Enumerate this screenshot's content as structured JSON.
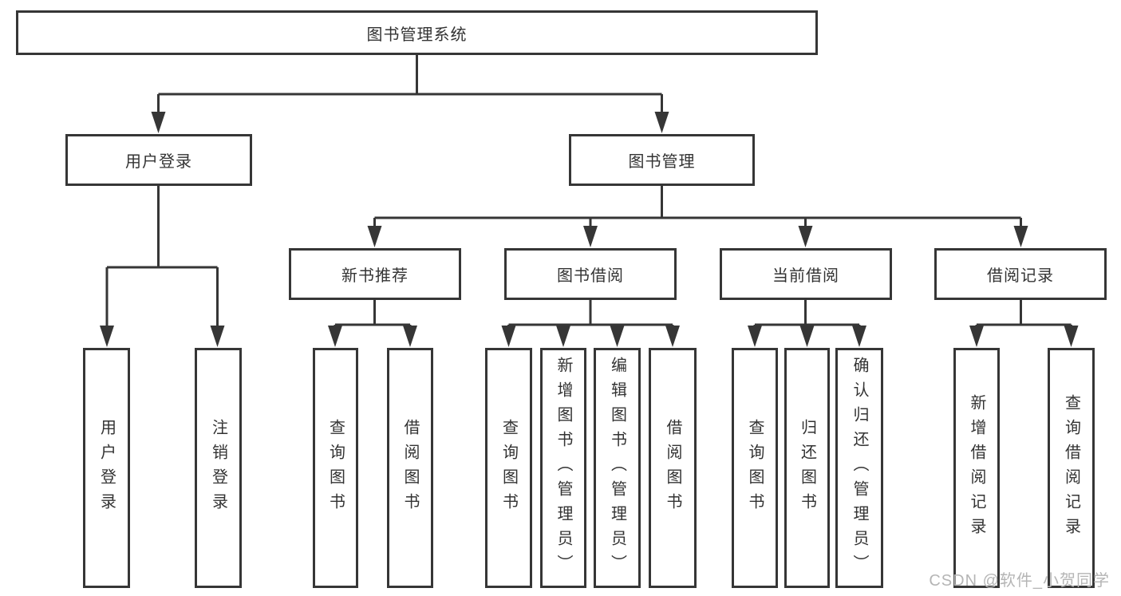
{
  "tree": {
    "label": "图书管理系统",
    "children": [
      {
        "label": "用户登录",
        "children": [
          {
            "label": "用户登录"
          },
          {
            "label": "注销登录"
          }
        ]
      },
      {
        "label": "图书管理",
        "children": [
          {
            "label": "新书推荐",
            "children": [
              {
                "label": "查询图书"
              },
              {
                "label": "借阅图书"
              }
            ]
          },
          {
            "label": "图书借阅",
            "children": [
              {
                "label": "查询图书"
              },
              {
                "label": "新增图书（管理员）"
              },
              {
                "label": "编辑图书（管理员）"
              },
              {
                "label": "借阅图书"
              }
            ]
          },
          {
            "label": "当前借阅",
            "children": [
              {
                "label": "查询图书"
              },
              {
                "label": "归还图书"
              },
              {
                "label": "确认归还（管理员）"
              }
            ]
          },
          {
            "label": "借阅记录",
            "children": [
              {
                "label": "新增借阅记录"
              },
              {
                "label": "查询借阅记录"
              }
            ]
          }
        ]
      }
    ]
  },
  "watermark": {
    "text": "CSDN @软件_小贺同学"
  },
  "colors": {
    "line": "#363636",
    "text": "#333333",
    "box_background": "#ffffff",
    "watermark": "#b5b5b5",
    "page_background": "#ffffff"
  }
}
